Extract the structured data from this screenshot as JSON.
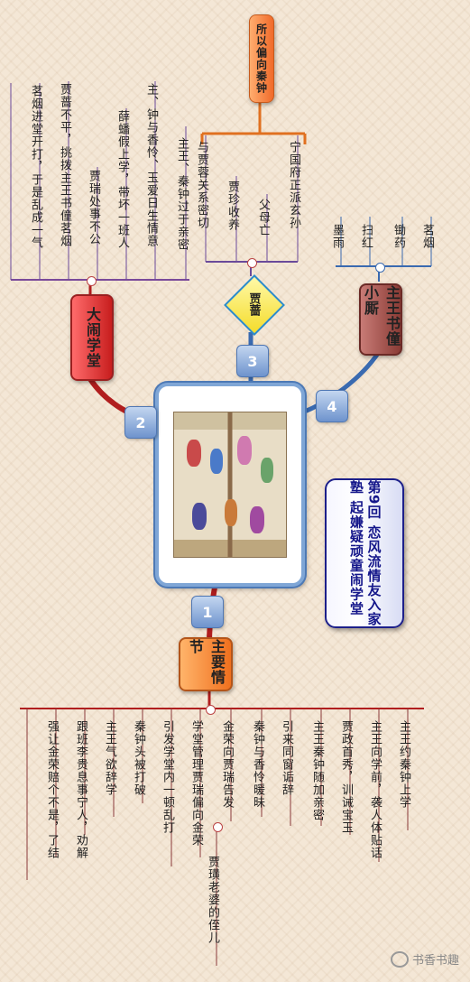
{
  "chapter_title": "第9回 恋风流情友入家塾 起嫌疑顽童闹学堂",
  "center": {
    "image_alt": "painting"
  },
  "branches": [
    {
      "number": "1",
      "topic": "主要情节",
      "items": [
        "主王约秦钟上学",
        "主王向学前，袭人体贴话",
        "贾政首秀，训诫宝玉",
        "主王秦钟随加亲密",
        "引来同窗诟辞",
        "秦钟与香怜暖昧",
        "金荣向贾瑞告发",
        "学堂管理贾瑞偏向金荣",
        "引发学堂内一顿乱打",
        "秦钟头被打破",
        "主王气欲辞学",
        "跟班李贵息事宁人，劝解",
        "强让金荣赔个不是，了结"
      ],
      "sub_item": "贾璜老婆的侄儿"
    },
    {
      "number": "2",
      "topic": "大闹学堂",
      "items": [
        "主王、秦钟过于亲密",
        "主、钟与香怜、玉爱日生情意",
        "薛蟠假上学，带坏一班人",
        "贾瑞处事不公",
        "贾蔷不平，挑拨主王书僮茗烟",
        "茗烟进堂开打，于是乱成一气"
      ]
    },
    {
      "number": "3",
      "topic": "贾蔷",
      "items": [
        "宁国府正派玄孙",
        "父母亡",
        "贾珍收养",
        "与贾蓉关系密切"
      ],
      "note": "所以偏向秦钟"
    },
    {
      "number": "4",
      "topic": "主王书僮小厮",
      "items": [
        "茗烟",
        "锄药",
        "扫红",
        "墨雨"
      ]
    }
  ],
  "watermark": "书香书趣"
}
